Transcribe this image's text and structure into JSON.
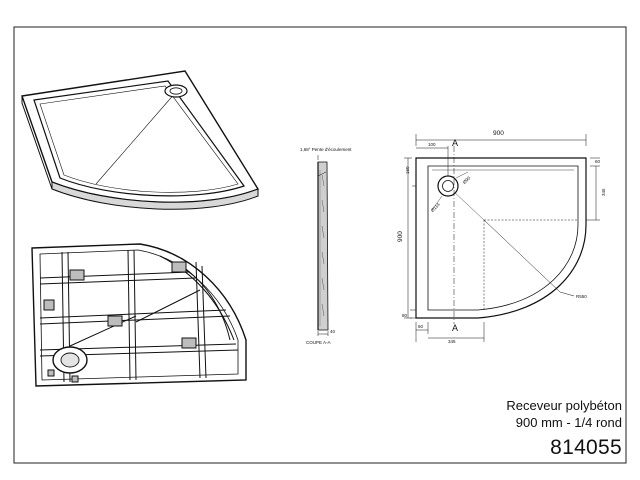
{
  "title_block": {
    "line1": "Receveur polybéton",
    "line2": "900 mm - 1/4 rond",
    "ref": "814055"
  },
  "section_view": {
    "slope_label": "1,68° Pente d'écoulement",
    "thickness": "40",
    "section_label": "COUPE A-A"
  },
  "plan_view": {
    "width": "900",
    "height": "900",
    "drain_offset_x": "100",
    "drain_offset_y": "160",
    "section_marker_top": "A",
    "section_marker_bottom": "A",
    "rim_right": "60",
    "right_offset": "345",
    "bottom_offset": "345",
    "rim_bottom": "60",
    "rim_left_bottom": "80",
    "radius": "R550",
    "drain_diameter": "Ø90",
    "drain_outer": "Ø114"
  }
}
